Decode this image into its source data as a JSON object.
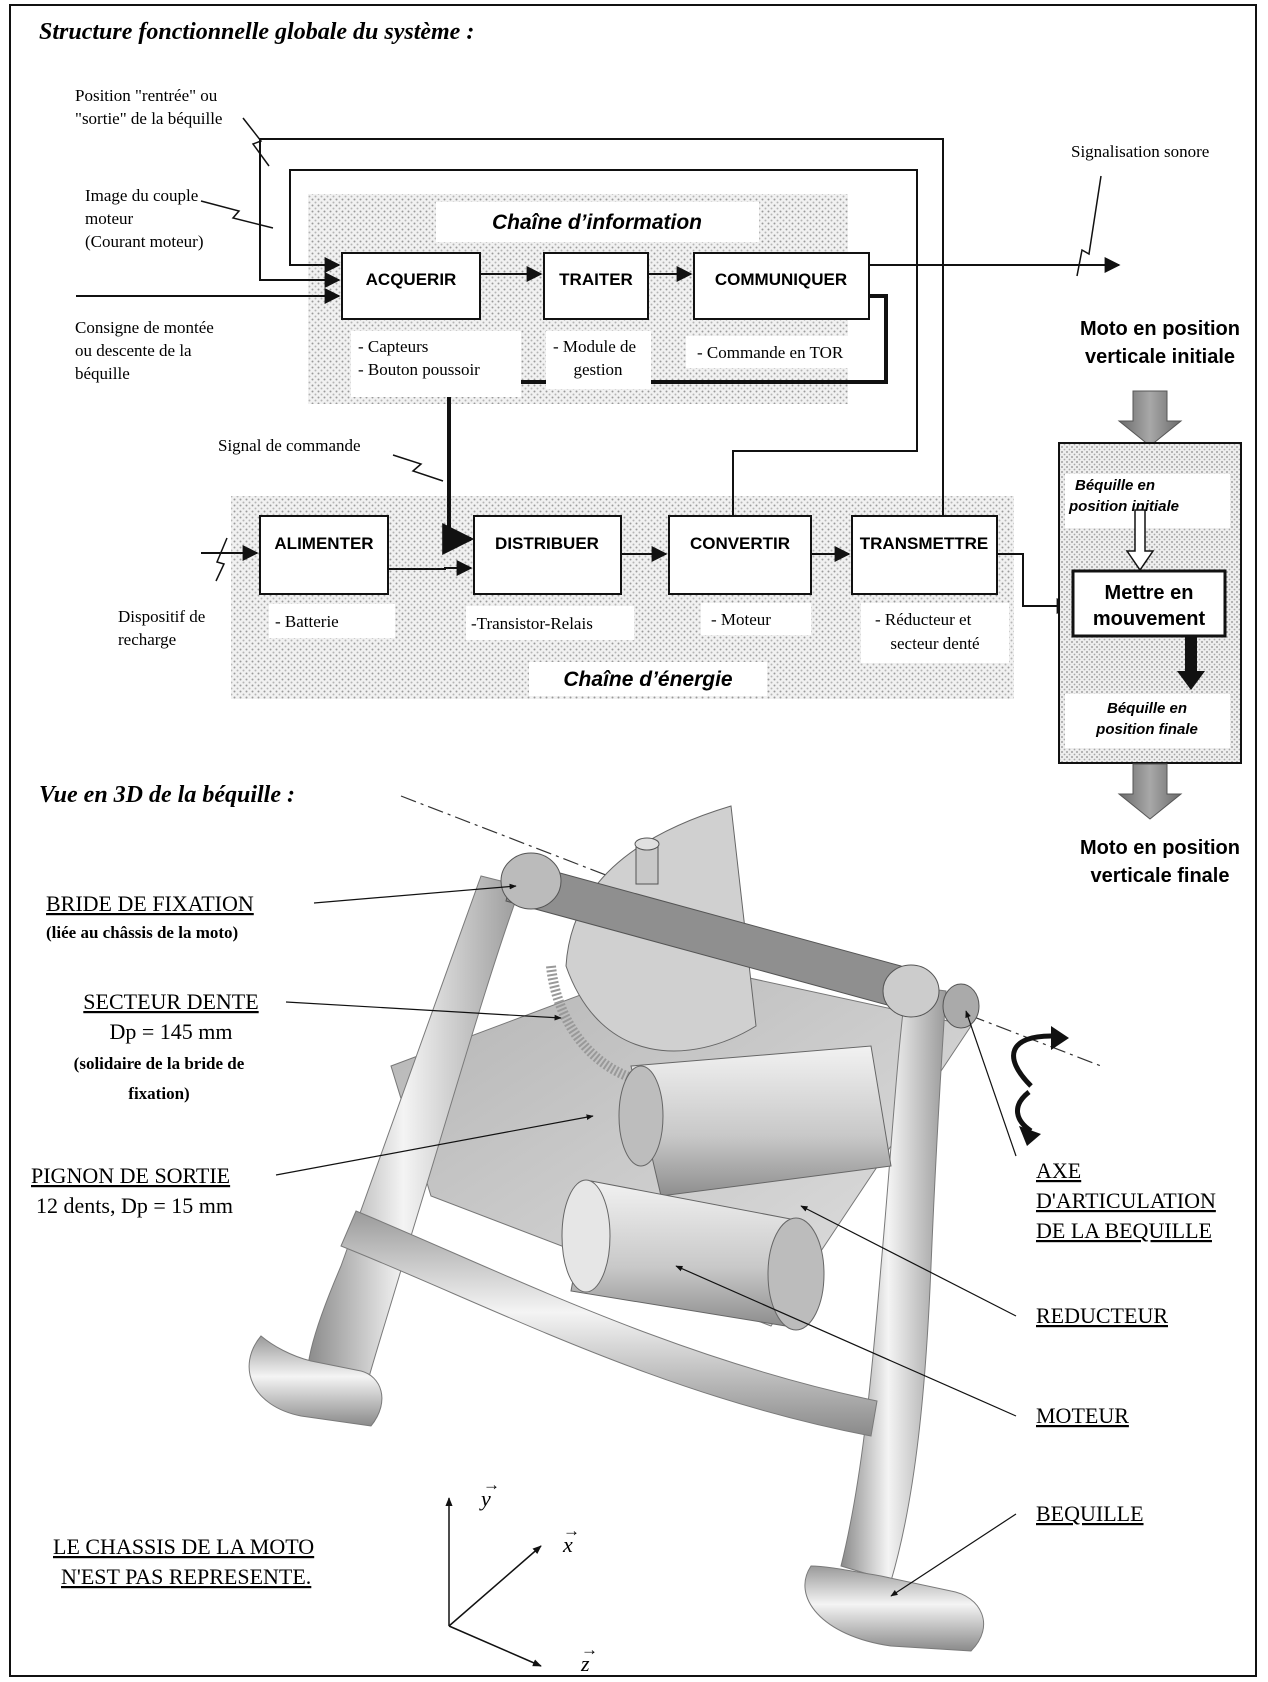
{
  "titles": {
    "structure": "Structure fonctionnelle globale du système :",
    "view3d": "Vue en 3D de la béquille :"
  },
  "chains": {
    "information": "Chaîne d’information",
    "energy": "Chaîne d’énergie"
  },
  "blocks": {
    "acquerir": "ACQUERIR",
    "traiter": "TRAITER",
    "communiquer": "COMMUNIQUER",
    "alimenter": "ALIMENTER",
    "distribuer": "DISTRIBUER",
    "convertir": "CONVERTIR",
    "transmettre": "TRANSMETTRE"
  },
  "components": {
    "acquerir": [
      "- Capteurs",
      "- Bouton  poussoir"
    ],
    "traiter": [
      "- Module de",
      "gestion"
    ],
    "communiquer": [
      "- Commande en TOR"
    ],
    "alimenter": [
      "- Batterie"
    ],
    "distribuer": [
      "-Transistor-Relais"
    ],
    "convertir": [
      "- Moteur"
    ],
    "transmettre": [
      "- Réducteur et",
      "secteur denté"
    ]
  },
  "inputs": {
    "position": [
      "Position \"rentrée\" ou",
      "\"sortie\" de la béquille"
    ],
    "couple": [
      "Image du couple",
      "moteur",
      "(Courant moteur)"
    ],
    "consigne": [
      "Consigne de montée",
      "ou descente de la",
      "béquille"
    ],
    "recharge": [
      "Dispositif de",
      "recharge"
    ],
    "signal_commande": "Signal de commande",
    "signalisation": "Signalisation sonore"
  },
  "process": {
    "top": [
      "Moto en position",
      "verticale initiale"
    ],
    "initial": [
      "Béquille en",
      "position initiale"
    ],
    "action": [
      "Mettre en",
      "mouvement"
    ],
    "final": [
      "Béquille  en",
      "position finale"
    ],
    "bottom": [
      "Moto en position",
      "verticale finale"
    ]
  },
  "labels3d": {
    "bride": {
      "title": "BRIDE DE FIXATION",
      "sub": "(liée au châssis de la moto)"
    },
    "secteur": {
      "title": "SECTEUR DENTE",
      "dp": "Dp = 145 mm",
      "sub": [
        "(solidaire de la bride de",
        "fixation)"
      ]
    },
    "pignon": {
      "title": "PIGNON DE SORTIE",
      "sub": "12 dents,  Dp = 15 mm"
    },
    "axe": [
      "AXE",
      "D'ARTICULATION",
      "DE LA BEQUILLE"
    ],
    "reducteur": "REDUCTEUR",
    "moteur": "MOTEUR",
    "bequille": "BEQUILLE",
    "chassis": [
      "LE CHASSIS DE LA MOTO",
      "N'EST PAS REPRESENTE."
    ]
  },
  "axes": {
    "x": "x",
    "y": "y",
    "z": "z"
  },
  "colors": {
    "ink": "#111111",
    "shade": "#d8d8d8",
    "metal": "#bfbfbf"
  }
}
